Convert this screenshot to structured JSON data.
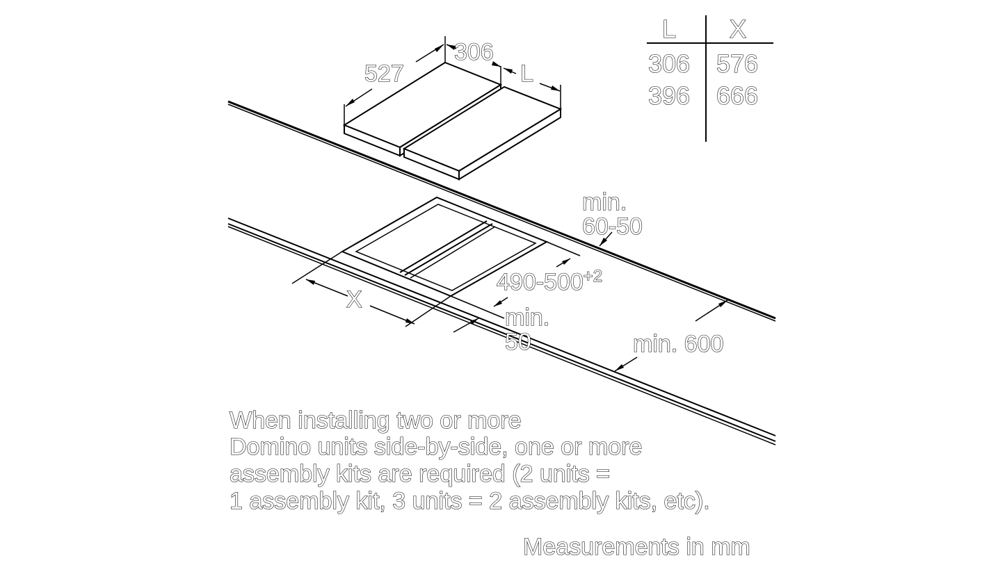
{
  "table": {
    "headers": [
      "L",
      "X"
    ],
    "rows": [
      [
        "306",
        "576"
      ],
      [
        "396",
        "666"
      ]
    ]
  },
  "dimensions": {
    "depth": "527",
    "width_left": "306",
    "width_right": "L",
    "cutout_width": "X",
    "cutout_depth": "490-500",
    "cutout_depth_tolerance": "+2",
    "min_back_line1": "min.",
    "min_back_line2": "60-50",
    "min_front_line1": "min.",
    "min_front_line2": "50",
    "min_counter": "min. 600"
  },
  "note": {
    "lines": [
      "When installing two or more",
      "Domino units side-by-side, one or more",
      "assembly kits are required (2 units =",
      "1 assembly kit, 3 units = 2 assembly kits, etc)."
    ]
  },
  "footer": "Measurements in mm"
}
